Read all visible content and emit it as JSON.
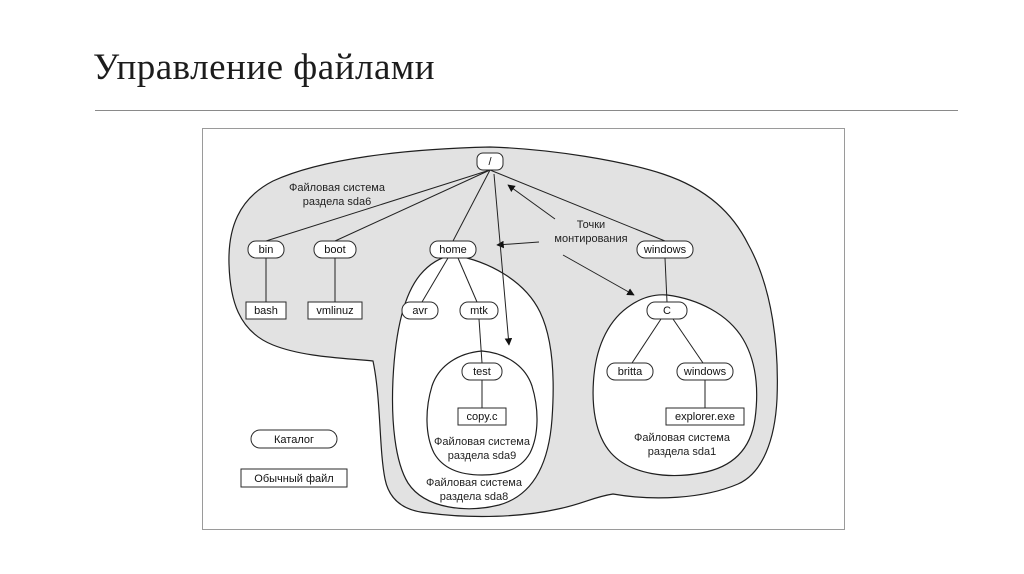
{
  "slide": {
    "title": "Управление файлами"
  },
  "diagram": {
    "nodes": {
      "root": "/",
      "bin": "bin",
      "boot": "boot",
      "home": "home",
      "windows": "windows",
      "avr": "avr",
      "mtk": "mtk",
      "test": "test",
      "c": "C",
      "britta": "britta",
      "windows2": "windows",
      "bash": "bash",
      "vmlinuz": "vmlinuz",
      "copyc": "copy.c",
      "explorer": "explorer.exe"
    },
    "captions": {
      "sda6": {
        "lines": [
          "Файловая система",
          "раздела sda6"
        ]
      },
      "mount_points": {
        "lines": [
          "Точки",
          "монтирования"
        ]
      },
      "sda9": {
        "lines": [
          "Файловая система",
          "раздела sda9"
        ]
      },
      "sda8": {
        "lines": [
          "Файловая система",
          "раздела sda8"
        ]
      },
      "sda1": {
        "lines": [
          "Файловая система",
          "раздела sda1"
        ]
      }
    },
    "legend": {
      "directory": "Каталог",
      "regular_file": "Обычный файл"
    },
    "colors": {
      "filesystem_fill": "#e2e2e2",
      "outline": "#1f1f1f"
    }
  }
}
